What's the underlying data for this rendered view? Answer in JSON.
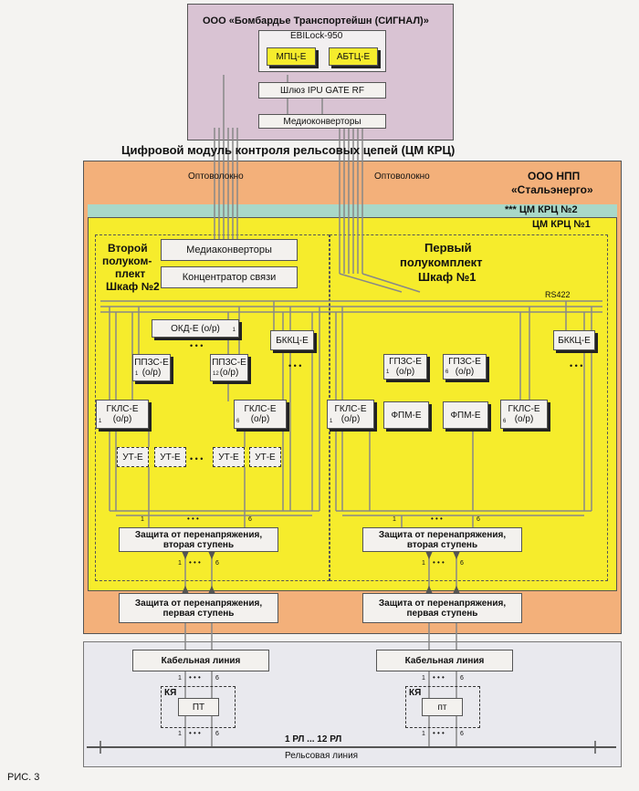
{
  "top": {
    "title": "ООО «Бомбардье Транспортейшн (СИГНАЛ)»",
    "ebilock_label": "EBILock-950",
    "mpc": "МПЦ-Е",
    "abtc": "АБТЦ-Е",
    "gateway": "Шлюз IPU GATE RF",
    "mediaconverters": "Медиоконверторы"
  },
  "main_title": "Цифровой модуль контроля рельсовых цепей (ЦМ КРЦ)",
  "company": {
    "line1": "ООО НПП",
    "line2": "«Стальэнерго»"
  },
  "fiber_left": "Оптоволокно",
  "fiber_right": "Оптоволокно",
  "cm_krc2": "*** ЦМ КРЦ №2",
  "cm_krc1": "ЦМ КРЦ №1",
  "rs422": "RS422",
  "left": {
    "title1": "Второй",
    "title2": "полуком-",
    "title3": "плект",
    "title4": "Шкаф №2",
    "mediaconverters": "Медиаконверторы",
    "concentrator": "Концентратор связи",
    "okd": "ОКД-Е (о/р)",
    "okd_idx": "1",
    "ppzs1": "ППЗС-Е\n(о/р)",
    "ppzs1_idx": "1",
    "ppzs2": "ППЗС-Е\n(о/р)",
    "ppzs2_idx": "12",
    "bkkc": "БККЦ-Е",
    "gkls1": "ГКЛС-Е\n(о/р)",
    "gkls1_idx": "1",
    "gkls2": "ГКЛС-Е\n(о/р)",
    "gkls2_idx": "6",
    "ut": "УТ-Е",
    "protect2": "Защита от перенапряжения,\nвторая ступень",
    "n1": "1",
    "n6": "6",
    "protect1": "Защита от перенапряжения,\nпервая ступень",
    "cable": "Кабельная линия",
    "kya": "КЯ",
    "pt": "ПТ"
  },
  "right": {
    "title1": "Первый",
    "title2": "полукомплект",
    "title3": "Шкаф №1",
    "gpzs1": "ГПЗС-Е\n(о/р)",
    "gpzs1_idx": "1",
    "gpzs2": "ГПЗС-Е\n(о/р)",
    "gpzs2_idx": "6",
    "bkkc": "БККЦ-Е",
    "gkls1": "ГКЛС-Е\n(о/р)",
    "gkls1_idx": "1",
    "fpm1": "ФПМ-Е",
    "fpm2": "ФПМ-Е",
    "gkls2": "ГКЛС-Е\n(о/р)",
    "gkls2_idx": "6",
    "protect2": "Защита от перенапряжения,\nвторая ступень",
    "n1": "1",
    "n6": "6",
    "protect1": "Защита от перенапряжения,\nпервая ступень",
    "cable": "Кабельная линия",
    "kya": "КЯ",
    "pt": "пт"
  },
  "ellipsis": "• • •",
  "rl_label": "1 РЛ ... 12 РЛ",
  "rail_line": "Рельсовая линия",
  "figure": "РИС. 3"
}
